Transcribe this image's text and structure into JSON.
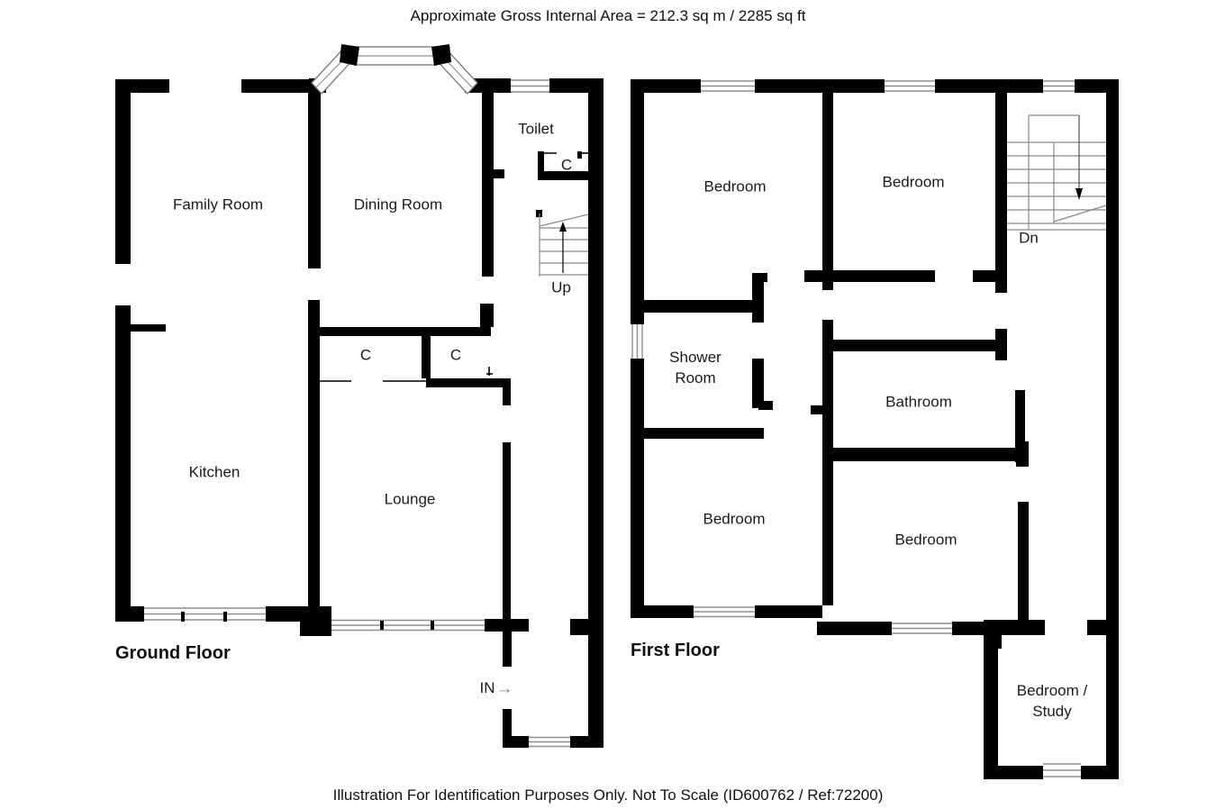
{
  "header": {
    "area_text": "Approximate Gross Internal Area  = 212.3 sq m / 2285 sq ft"
  },
  "footer": {
    "disclaimer": "Illustration For Identification Purposes Only. Not To Scale (ID600762 / Ref:72200)"
  },
  "ground_floor": {
    "title": "Ground Floor",
    "rooms": {
      "family_room": "Family Room",
      "dining_room": "Dining Room",
      "toilet": "Toilet",
      "kitchen": "Kitchen",
      "lounge": "Lounge",
      "closet_toilet": "C",
      "closet_left": "C",
      "closet_right": "C",
      "stairs_up": "Up",
      "entrance": "IN"
    }
  },
  "first_floor": {
    "title": "First Floor",
    "rooms": {
      "bedroom_top_left": "Bedroom",
      "bedroom_top_right": "Bedroom",
      "shower_room": "Shower Room",
      "bathroom": "Bathroom",
      "bedroom_bottom_left": "Bedroom",
      "bedroom_bottom_right": "Bedroom",
      "bedroom_study": "Bedroom / Study",
      "stairs_down": "Dn"
    }
  },
  "icons": {
    "entrance_arrow": "→"
  },
  "colors": {
    "wall": "#000000",
    "window_line": "#8f8f8f",
    "stair_line": "#8a8a8a",
    "arrow_gray": "#808080",
    "background": "#ffffff"
  }
}
